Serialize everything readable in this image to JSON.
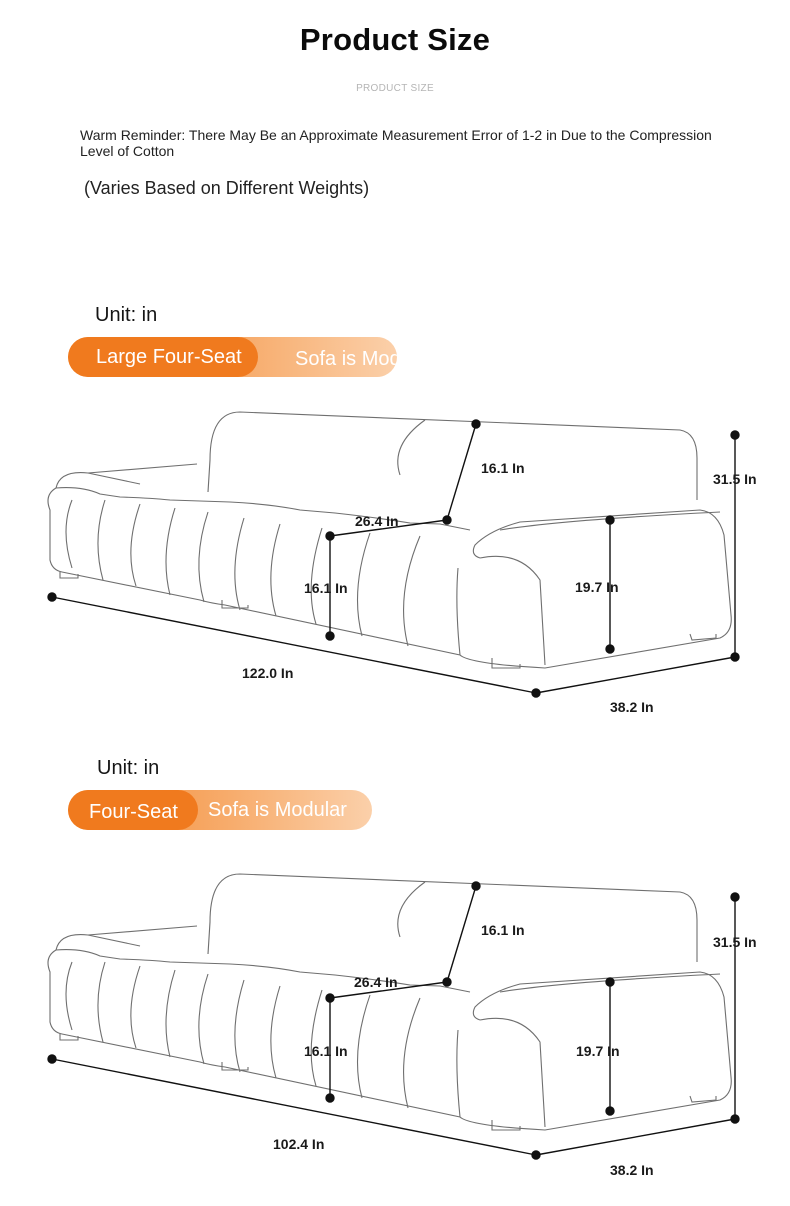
{
  "header": {
    "title": "Product Size",
    "subtitle": "PRODUCT SIZE",
    "reminder": "Warm Reminder: There May Be an Approximate Measurement Error of 1-2 in Due to the Compression Level of Cotton",
    "note": "(Varies Based on Different Weights)"
  },
  "sections": [
    {
      "unit": "Unit: in",
      "pill_left": "Large Four-Seat",
      "pill_right": "Sofa is Modular",
      "dims": {
        "length": "122.0 In",
        "depth": "38.2 In",
        "height": "31.5 In",
        "back_height": "16.1 In",
        "seat_depth": "26.4 In",
        "seat_height": "16.1 In",
        "arm_height": "19.7 In"
      }
    },
    {
      "unit": "Unit: in",
      "pill_left": "Four-Seat",
      "pill_right": "Sofa is Modular",
      "dims": {
        "length": "102.4 In",
        "depth": "38.2 In",
        "height": "31.5 In",
        "back_height": "16.1 In",
        "seat_depth": "26.4 In",
        "seat_height": "16.1 In",
        "arm_height": "19.7 In"
      }
    }
  ]
}
